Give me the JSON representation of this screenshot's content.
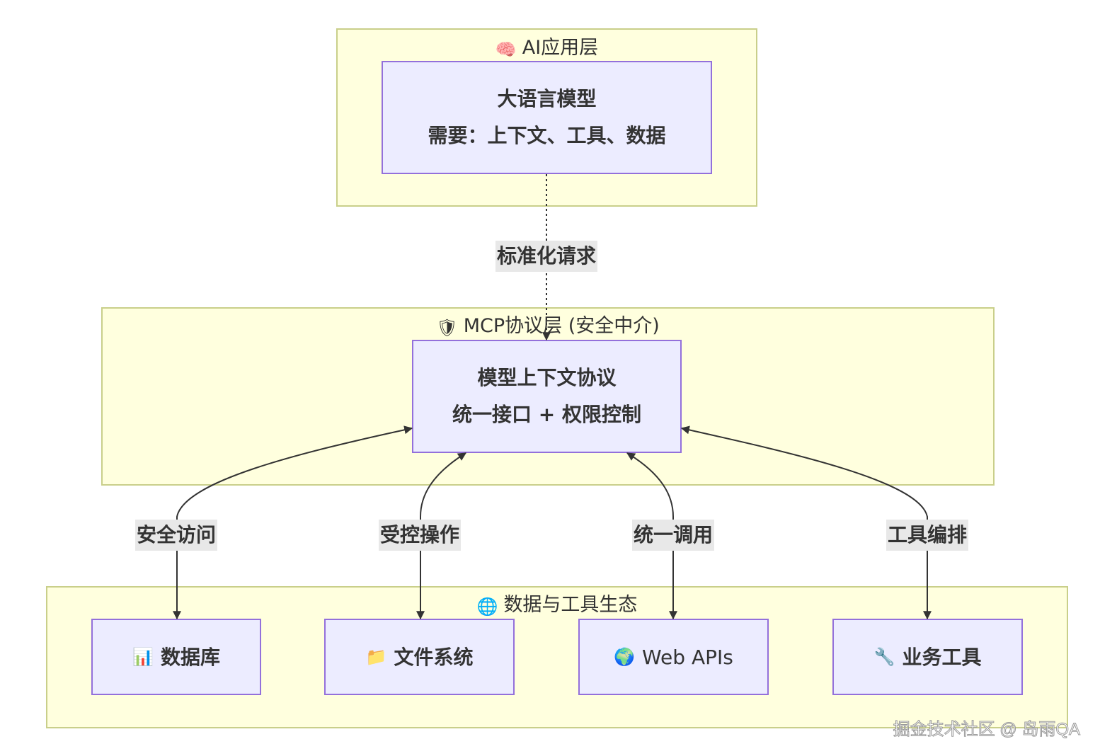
{
  "layers": {
    "ai": {
      "title": "AI应用层",
      "icon": "brain-icon",
      "icon_glyph": "🧠"
    },
    "mcp": {
      "title": "MCP协议层 (安全中介)",
      "icon": "shield-icon",
      "icon_glyph": "🛡"
    },
    "eco": {
      "title": "数据与工具生态",
      "icon": "globe-meridians-icon",
      "icon_glyph": "🌐"
    }
  },
  "nodes": {
    "llm": {
      "line1": "大语言模型",
      "line2": "需要：上下文、工具、数据"
    },
    "protocol": {
      "line1": "模型上下文协议",
      "line2": "统一接口 + 权限控制"
    },
    "database": {
      "label": "数据库",
      "icon": "bar-chart-icon",
      "icon_glyph": "📊"
    },
    "filesystem": {
      "label": "文件系统",
      "icon": "folder-icon",
      "icon_glyph": "📁"
    },
    "webapis": {
      "label": "Web APIs",
      "icon": "globe-icon",
      "icon_glyph": "🌍"
    },
    "tools": {
      "label": "业务工具",
      "icon": "wrench-icon",
      "icon_glyph": "🔧"
    }
  },
  "edges": {
    "request": "标准化请求",
    "secure_access": "安全访问",
    "controlled_ops": "受控操作",
    "unified_call": "统一调用",
    "orchestration": "工具编排"
  },
  "colors": {
    "layer_fill": "#ffffde",
    "layer_border": "#c9cf8a",
    "node_fill": "#ececff",
    "node_border": "#9370db",
    "edge": "#333333",
    "label_bg": "#e8e8e8"
  },
  "watermark": "掘金技术社区 @ 岛雨QA"
}
